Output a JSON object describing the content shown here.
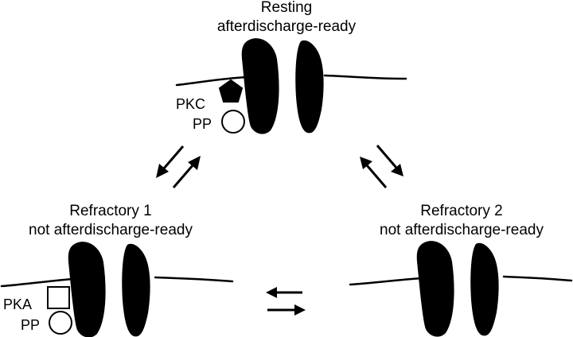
{
  "states": {
    "resting": {
      "title_line1": "Resting",
      "title_line2": "afterdischarge-ready",
      "enzymes": [
        {
          "label": "PKC",
          "shape": "pentagon"
        },
        {
          "label": "PP",
          "shape": "circle"
        }
      ]
    },
    "refractory1": {
      "title_line1": "Refractory 1",
      "title_line2": "not afterdischarge-ready",
      "enzymes": [
        {
          "label": "PKA",
          "shape": "square"
        },
        {
          "label": "PP",
          "shape": "circle"
        }
      ]
    },
    "refractory2": {
      "title_line1": "Refractory 2",
      "title_line2": "not afterdischarge-ready"
    }
  },
  "colors": {
    "ink": "#000000",
    "background": "#ffffff",
    "enzyme_fill_kinase_c": "#000000",
    "enzyme_fill_open": "#ffffff"
  },
  "transitions": [
    {
      "between": [
        "resting",
        "refractory1"
      ],
      "type": "reversible"
    },
    {
      "between": [
        "resting",
        "refractory2"
      ],
      "type": "reversible"
    },
    {
      "between": [
        "refractory1",
        "refractory2"
      ],
      "type": "reversible"
    }
  ]
}
